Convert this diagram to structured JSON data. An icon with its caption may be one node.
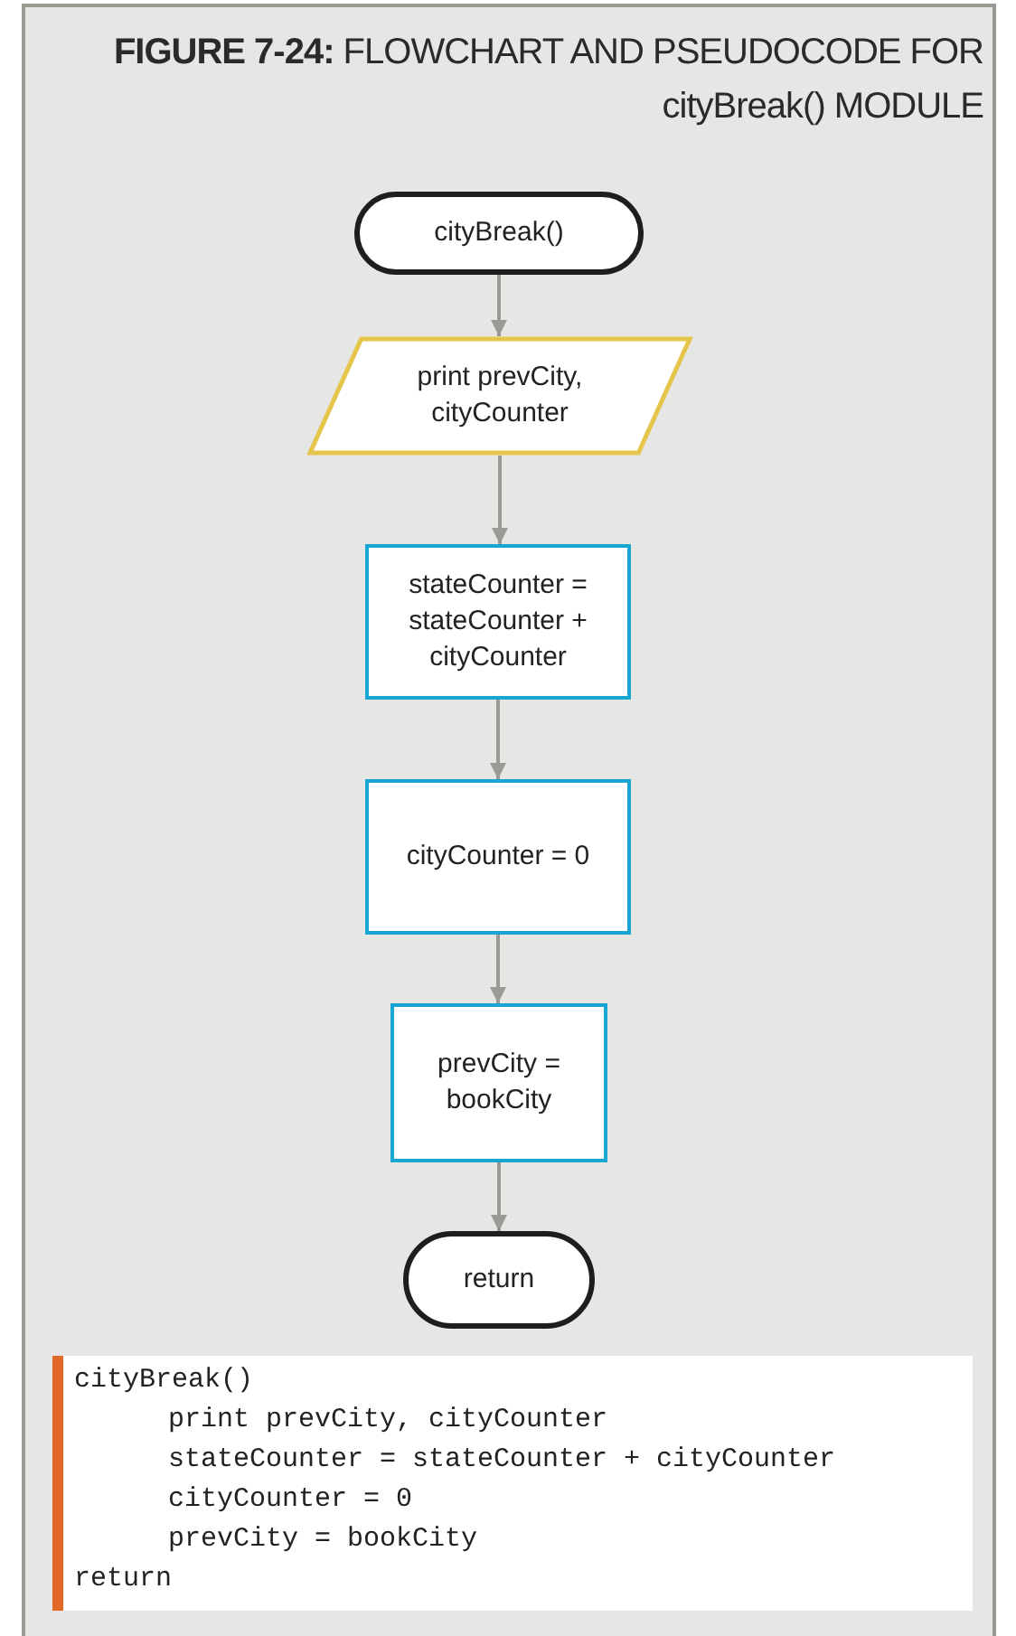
{
  "diagram": {
    "title": "**FIGURE 7-24:** FLOWCHART AND PSEUDOCODE FOR cityBreak() MODULE",
    "nodes": [
      {
        "text": [
          "cityBreak()"
        ]
      },
      {
        "text": [
          "print prevCity, cityCounter"
        ]
      },
      {
        "text": [
          "stateCounter = stateCounter + cityCounter"
        ]
      },
      {
        "text": [
          "cityCounter = 0"
        ]
      },
      {
        "text": [
          "prevCity = bookCity"
        ]
      },
      {
        "text": [
          "return"
        ]
      }
    ],
    "edges": [
      {
        "from": 0,
        "to": 1,
        "arrow": "to"
      },
      {
        "from": 1,
        "to": 2,
        "arrow": "to"
      },
      {
        "from": 2,
        "to": 3,
        "arrow": "to"
      },
      {
        "from": 3,
        "to": 4,
        "arrow": "to"
      },
      {
        "from": 4,
        "to": 5,
        "arrow": "to"
      }
    ],
    "labels": [
      "cityBreak()",
      "print prevCity, cityCounter",
      "stateCounter = stateCounter + cityCounter",
      "cityCounter = 0",
      "prevCity = bookCity",
      "return"
    ]
  }
}
